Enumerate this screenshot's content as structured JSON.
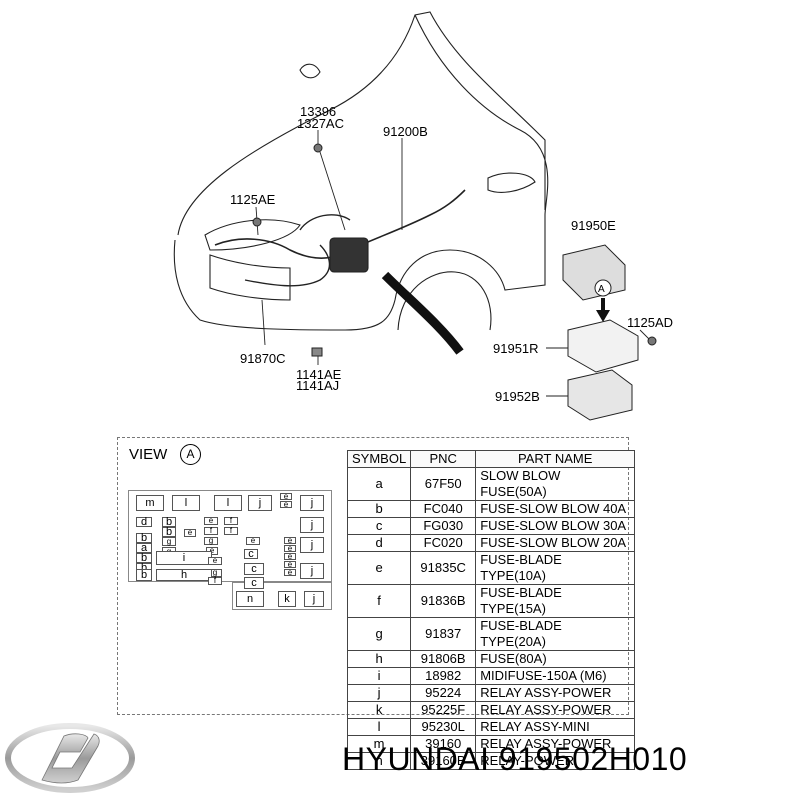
{
  "callouts": {
    "c13396": "13396",
    "c1327ac": "1327AC",
    "c91200b": "91200B",
    "c1125ae": "1125AE",
    "c91870c": "91870C",
    "c1141ae": "1141AE",
    "c1141aj": "1141AJ",
    "c91950e": "91950E",
    "marker_a": "A",
    "c1125ad": "1125AD",
    "c91951r": "91951R",
    "c91952b": "91952B"
  },
  "view": {
    "title": "VIEW",
    "badge": "A"
  },
  "table": {
    "headers": [
      "SYMBOL",
      "PNC",
      "PART NAME"
    ],
    "rows": [
      [
        "a",
        "67F50",
        "SLOW BLOW FUSE(50A)"
      ],
      [
        "b",
        "FC040",
        "FUSE-SLOW BLOW 40A"
      ],
      [
        "c",
        "FG030",
        "FUSE-SLOW BLOW 30A"
      ],
      [
        "d",
        "FC020",
        "FUSE-SLOW BLOW 20A"
      ],
      [
        "e",
        "91835C",
        "FUSE-BLADE TYPE(10A)"
      ],
      [
        "f",
        "91836B",
        "FUSE-BLADE TYPE(15A)"
      ],
      [
        "g",
        "91837",
        "FUSE-BLADE TYPE(20A)"
      ],
      [
        "h",
        "91806B",
        "FUSE(80A)"
      ],
      [
        "i",
        "18982",
        "MIDIFUSE-150A (M6)"
      ],
      [
        "j",
        "95224",
        "RELAY ASSY-POWER"
      ],
      [
        "k",
        "95225F",
        "RELAY ASSY-POWER"
      ],
      [
        "l",
        "95230L",
        "RELAY ASSY-MINI"
      ],
      [
        "m",
        "39160",
        "RELAY ASSY-POWER"
      ],
      [
        "n",
        "39160B",
        "RELAY-POWER"
      ]
    ]
  },
  "fusebox_cells": [
    {
      "t": "m"
    },
    {
      "t": "l"
    },
    {
      "t": "l"
    },
    {
      "t": "j"
    },
    {
      "t": "e"
    },
    {
      "t": "e"
    },
    {
      "t": "j"
    },
    {
      "t": "d"
    },
    {
      "t": "b"
    },
    {
      "t": "b"
    },
    {
      "t": "e"
    },
    {
      "t": "f"
    },
    {
      "t": "j"
    },
    {
      "t": "b"
    },
    {
      "t": "g"
    },
    {
      "t": "e"
    },
    {
      "t": "f"
    },
    {
      "t": "f"
    },
    {
      "t": "a"
    },
    {
      "t": "g"
    },
    {
      "t": "g"
    },
    {
      "t": "e"
    },
    {
      "t": "e"
    },
    {
      "t": "b"
    },
    {
      "t": "c"
    },
    {
      "t": "e"
    },
    {
      "t": "j"
    },
    {
      "t": "e"
    },
    {
      "t": "b"
    },
    {
      "t": "i"
    },
    {
      "t": "e"
    },
    {
      "t": "e"
    },
    {
      "t": "b"
    },
    {
      "t": "g"
    },
    {
      "t": "c"
    },
    {
      "t": "e"
    },
    {
      "t": "j"
    },
    {
      "t": "b"
    },
    {
      "t": "h"
    },
    {
      "t": "f"
    },
    {
      "t": "c"
    },
    {
      "t": "e"
    },
    {
      "t": "n"
    },
    {
      "t": "k"
    },
    {
      "t": "j"
    }
  ],
  "brand": {
    "text": "HYUNDAI 919502H010"
  }
}
